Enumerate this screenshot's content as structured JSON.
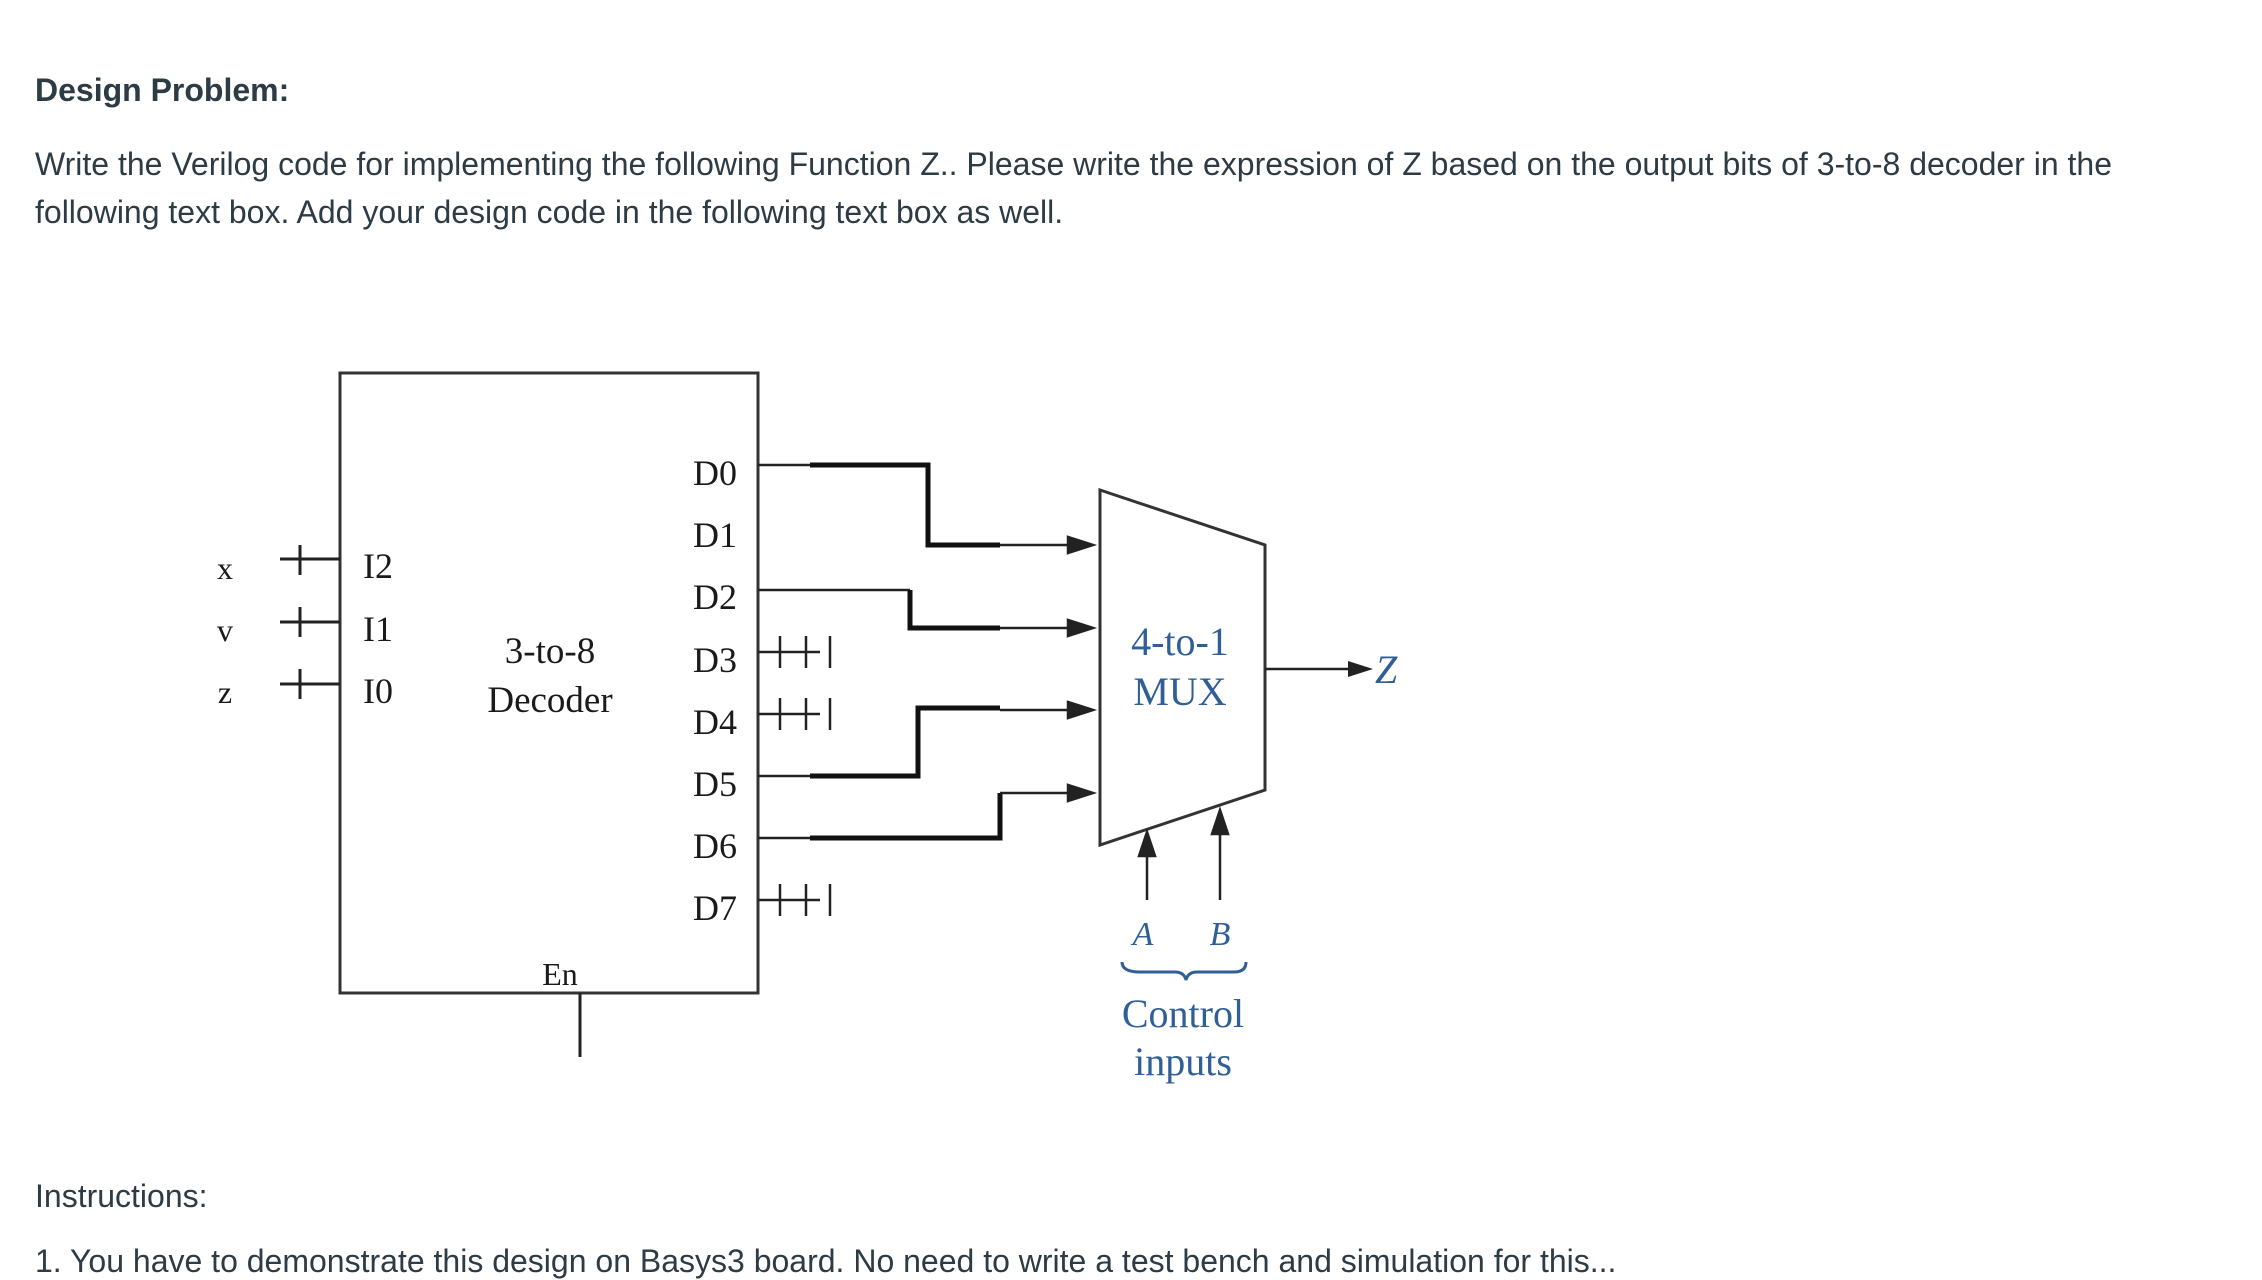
{
  "heading": "Design Problem:",
  "paragraph": "Write the Verilog code for implementing the following Function Z.. Please write the expression of Z based on the output bits of 3-to-8 decoder in the following text box. Add your design code in the following text box as well.",
  "diagram": {
    "inputs": [
      "x",
      "v",
      "z"
    ],
    "decoder_inputs": [
      "I2",
      "I1",
      "I0"
    ],
    "decoder_name": [
      "3-to-8",
      "Decoder"
    ],
    "enable_label": "En",
    "outputs": [
      "D0",
      "D1",
      "D2",
      "D3",
      "D4",
      "D5",
      "D6",
      "D7"
    ],
    "mux_name": [
      "4-to-1",
      "MUX"
    ],
    "mux_output": "Z",
    "control_signals": [
      "A",
      "B"
    ],
    "control_label": [
      "Control",
      "inputs"
    ]
  },
  "instructions": "Instructions:",
  "cutoff_line": "1. You have to demonstrate this design on Basys3 board. No need to write a test bench and simulation for this..."
}
